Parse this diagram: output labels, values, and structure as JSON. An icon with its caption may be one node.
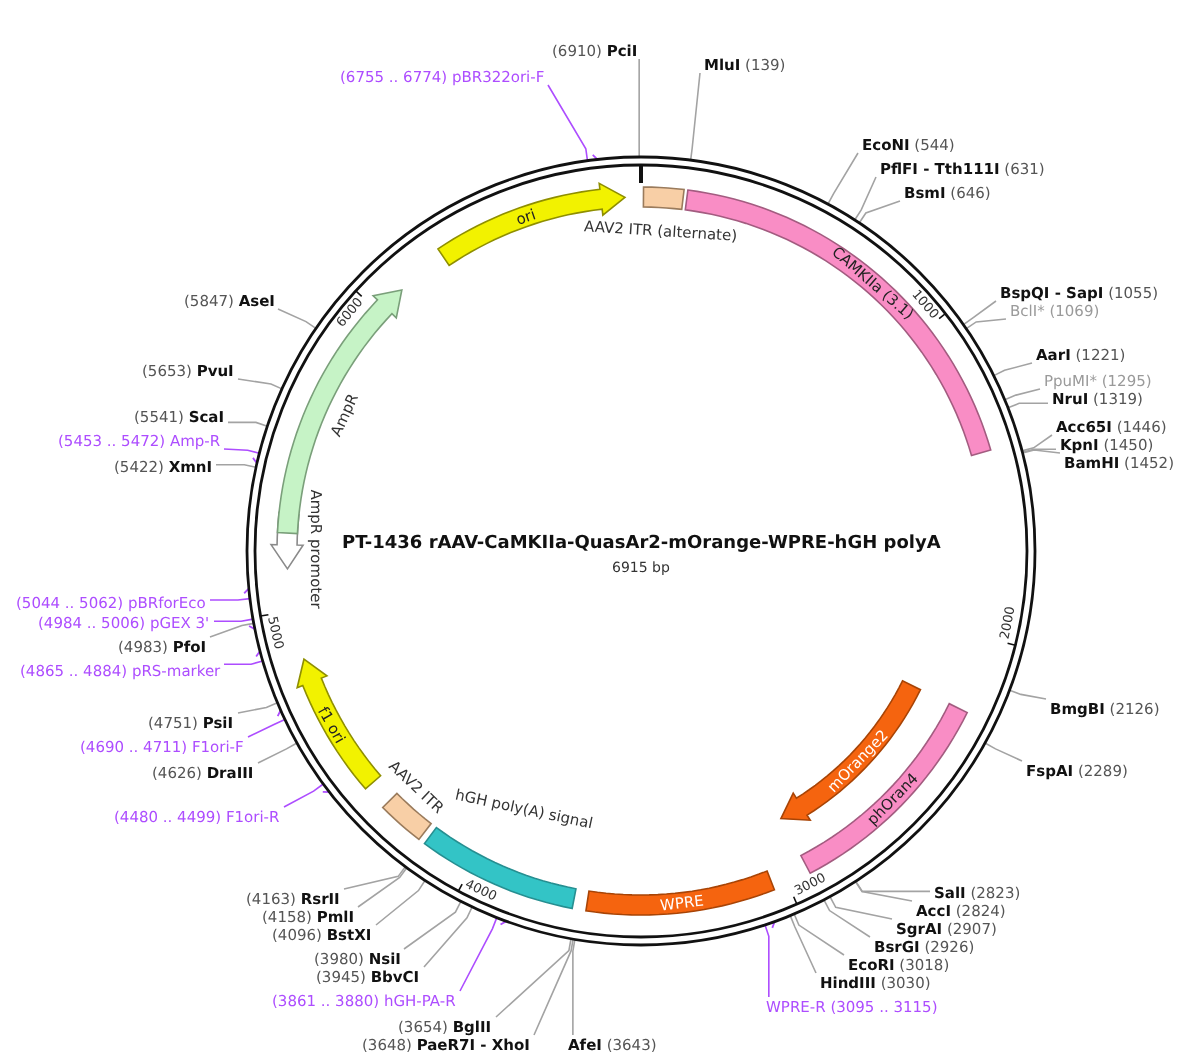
{
  "diagram": {
    "title": "PT-1436 rAAV-CaMKIIa-QuasAr2-mOrange-WPRE-hGH polyA",
    "nodes": [
      {
        "text": [],
        "shape": "circle"
      },
      {
        "text": [
          "ori"
        ],
        "in": 0
      },
      {
        "text": [
          "AAV2 ITR (alternate)"
        ],
        "in": 0
      },
      {
        "text": [
          "CAMKIIa (3.1)"
        ],
        "in": 0
      },
      {
        "text": [
          "mOrange2"
        ],
        "in": 0
      },
      {
        "text": [
          "phOran4"
        ],
        "in": 0
      },
      {
        "text": [
          "WPRE"
        ],
        "in": 0
      },
      {
        "text": [
          "hGH poly(A) signal"
        ],
        "in": 0
      },
      {
        "text": [
          "AAV2 ITR"
        ],
        "in": 0
      },
      {
        "text": [
          "f1 ori"
        ],
        "in": 0
      },
      {
        "text": [
          "AmpR promoter"
        ],
        "in": 0
      },
      {
        "text": [
          "AmpR"
        ],
        "in": 0
      },
      {
        "text": [
          "(6755 .. 6774) pBR322ori-F"
        ]
      },
      {
        "text": [
          "(6910) **PciI**"
        ]
      },
      {
        "text": [
          "**MluI** (139)"
        ]
      },
      {
        "text": [
          "**EcoNI** (544)"
        ]
      },
      {
        "text": [
          "**PflFI - Tth111I** (631)"
        ]
      },
      {
        "text": [
          "**BsmI** (646)"
        ]
      },
      {
        "text": [
          "**BspQI - SapI** (1055)"
        ]
      },
      {
        "text": [
          "BclI* (1069)"
        ]
      },
      {
        "text": [
          "**AarI** (1221)"
        ]
      },
      {
        "text": [
          "PpuMI* (1295)"
        ]
      },
      {
        "text": [
          "**NruI** (1319)"
        ]
      },
      {
        "text": [
          "**Acc65I** (1446)"
        ]
      },
      {
        "text": [
          "**KpnI** (1450)"
        ]
      },
      {
        "text": [
          "**BamHI** (1452)"
        ]
      },
      {
        "text": [
          "**BmgBI** (2126)"
        ]
      },
      {
        "text": [
          "**FspAI** (2289)"
        ]
      },
      {
        "text": [
          "**SalI** (2823)"
        ]
      },
      {
        "text": [
          "**AccI** (2824)"
        ]
      },
      {
        "text": [
          "**SgrAI** (2907)"
        ]
      },
      {
        "text": [
          "**BsrGI** (2926)"
        ]
      },
      {
        "text": [
          "**EcoRI** (3018)"
        ]
      },
      {
        "text": [
          "**HindIII** (3030)"
        ]
      },
      {
        "text": [
          "WPRE-R (3095 .. 3115)"
        ]
      },
      {
        "text": [
          "**AfeI** (3643)"
        ]
      },
      {
        "text": [
          "(3648) **PaeR7I - XhoI**"
        ]
      },
      {
        "text": [
          "(3654) **BglII**"
        ]
      },
      {
        "text": [
          "(3861 .. 3880) hGH-PA-R"
        ]
      },
      {
        "text": [
          "(3945) **BbvCI**"
        ]
      },
      {
        "text": [
          "(3980) **NsiI**"
        ]
      },
      {
        "text": [
          "(4096) **BstXI**"
        ]
      },
      {
        "text": [
          "(4158) **PmlI**"
        ]
      },
      {
        "text": [
          "(4163) **RsrII**"
        ]
      },
      {
        "text": [
          "(4480 .. 4499) F1ori-R"
        ]
      },
      {
        "text": [
          "(4626) **DraIII**"
        ]
      },
      {
        "text": [
          "(4690 .. 4711) F1ori-F"
        ]
      },
      {
        "text": [
          "(4751) **PsiI**"
        ]
      },
      {
        "text": [
          "(4865 .. 4884) pRS-marker"
        ]
      },
      {
        "text": [
          "(4983) **PfoI**"
        ]
      },
      {
        "text": [
          "(4984 .. 5006) pGEX 3'"
        ]
      },
      {
        "text": [
          "(5044 .. 5062) pBRforEco"
        ]
      },
      {
        "text": [
          "(5422) **XmnI**"
        ]
      },
      {
        "text": [
          "(5453 .. 5472) Amp-R"
        ]
      },
      {
        "text": [
          "(5541) **ScaI**"
        ]
      },
      {
        "text": [
          "(5653) **PvuI**"
        ]
      },
      {
        "text": [
          "(5847) **AseI**"
        ]
      }
    ],
    "edges": [
      {
        "from": 12,
        "to": 0,
        "arrow": "other",
        "color": "#ad4dff"
      },
      {
        "from": 13,
        "to": 0,
        "arrow": "none"
      },
      {
        "from": 14,
        "to": 0,
        "arrow": "none"
      },
      {
        "from": 15,
        "to": 0,
        "arrow": "none"
      },
      {
        "from": 16,
        "to": 0,
        "arrow": "none"
      },
      {
        "from": 17,
        "to": 0,
        "arrow": "none"
      },
      {
        "from": 18,
        "to": 0,
        "arrow": "none"
      },
      {
        "from": 19,
        "to": 0,
        "arrow": "none"
      },
      {
        "from": 20,
        "to": 0,
        "arrow": "none"
      },
      {
        "from": 21,
        "to": 0,
        "arrow": "none"
      },
      {
        "from": 22,
        "to": 0,
        "arrow": "none"
      },
      {
        "from": 23,
        "to": 0,
        "arrow": "none"
      },
      {
        "from": 24,
        "to": 0,
        "arrow": "none"
      },
      {
        "from": 25,
        "to": 0,
        "arrow": "none"
      },
      {
        "from": 26,
        "to": 0,
        "arrow": "none"
      },
      {
        "from": 27,
        "to": 0,
        "arrow": "none"
      },
      {
        "from": 28,
        "to": 0,
        "arrow": "none"
      },
      {
        "from": 29,
        "to": 0,
        "arrow": "none"
      },
      {
        "from": 30,
        "to": 0,
        "arrow": "none"
      },
      {
        "from": 31,
        "to": 0,
        "arrow": "none"
      },
      {
        "from": 32,
        "to": 0,
        "arrow": "none"
      },
      {
        "from": 33,
        "to": 0,
        "arrow": "none"
      },
      {
        "from": 34,
        "to": 0,
        "arrow": "other",
        "color": "#ad4dff"
      },
      {
        "from": 35,
        "to": 0,
        "arrow": "none"
      },
      {
        "from": 36,
        "to": 0,
        "arrow": "none"
      },
      {
        "from": 37,
        "to": 0,
        "arrow": "none"
      },
      {
        "from": 38,
        "to": 0,
        "arrow": "other",
        "color": "#ad4dff"
      },
      {
        "from": 39,
        "to": 0,
        "arrow": "none"
      },
      {
        "from": 40,
        "to": 0,
        "arrow": "none"
      },
      {
        "from": 41,
        "to": 0,
        "arrow": "none"
      },
      {
        "from": 42,
        "to": 0,
        "arrow": "none"
      },
      {
        "from": 43,
        "to": 0,
        "arrow": "none"
      },
      {
        "from": 44,
        "to": 0,
        "arrow": "other",
        "color": "#ad4dff"
      },
      {
        "from": 45,
        "to": 0,
        "arrow": "none"
      },
      {
        "from": 46,
        "to": 0,
        "arrow": "other",
        "color": "#ad4dff"
      },
      {
        "from": 47,
        "to": 0,
        "arrow": "none"
      },
      {
        "from": 48,
        "to": 0,
        "arrow": "other",
        "color": "#ad4dff"
      },
      {
        "from": 49,
        "to": 0,
        "arrow": "none"
      },
      {
        "from": 50,
        "to": 0,
        "arrow": "other",
        "color": "#ad4dff"
      },
      {
        "from": 51,
        "to": 0,
        "arrow": "other",
        "color": "#ad4dff"
      },
      {
        "from": 52,
        "to": 0,
        "arrow": "none"
      },
      {
        "from": 53,
        "to": 0,
        "arrow": "other",
        "color": "#ad4dff"
      },
      {
        "from": 54,
        "to": 0,
        "arrow": "none"
      },
      {
        "from": 55,
        "to": 0,
        "arrow": "none"
      },
      {
        "from": 56,
        "to": 0,
        "arrow": "none"
      }
    ],
    "labels": [
      "6915 bp",
      "1000",
      "2000",
      "3000",
      "4000",
      "5000",
      "6000"
    ]
  }
}
